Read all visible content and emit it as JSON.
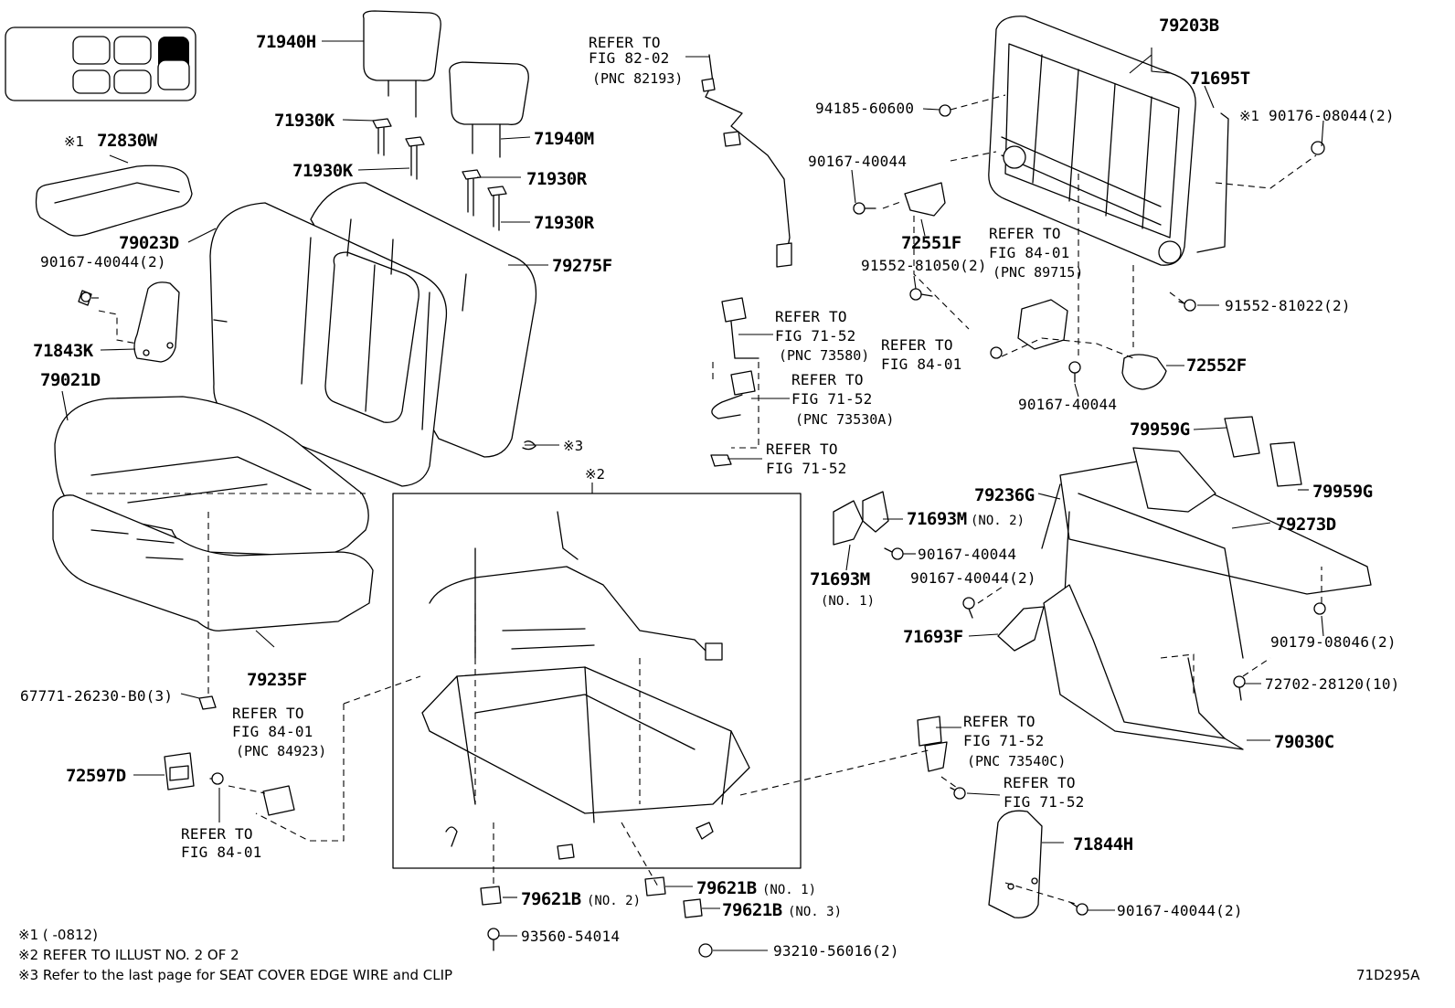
{
  "diagram_code": "71D295A",
  "icons": {
    "seat_layout": "seat-layout-icon",
    "bolt": "bolt-icon",
    "clip": "clip-icon"
  },
  "parts": {
    "p71940H": "71940H",
    "p71940M": "71940M",
    "p71930K_a": "71930K",
    "p71930K_b": "71930K",
    "p71930R_a": "71930R",
    "p71930R_b": "71930R",
    "p72830W": "72830W",
    "p72830W_mark": "※1",
    "p79023D": "79023D",
    "p79275F": "79275F",
    "p90167_40044_2_left": "90167-40044(2)",
    "p71843K": "71843K",
    "p79021D": "79021D",
    "p79235F": "79235F",
    "p67771": "67771-26230-B0(3)",
    "p72597D": "72597D",
    "p79621B_2": "79621B",
    "p79621B_2_no": "(NO. 2)",
    "p79621B_1": "79621B",
    "p79621B_1_no": "(NO. 1)",
    "p79621B_3": "79621B",
    "p79621B_3_no": "(NO. 3)",
    "p93560": "93560-54014",
    "p93210": "93210-56016(2)",
    "p79203B": "79203B",
    "p71695T": "71695T",
    "p94185": "94185-60600",
    "p90176": "90176-08044(2)",
    "p90176_mark": "※1",
    "p90167_40044_top": "90167-40044",
    "p72551F": "72551F",
    "p91552_81050": "91552-81050(2)",
    "p91552_81022": "91552-81022(2)",
    "p72552F": "72552F",
    "p90167_40044_mid": "90167-40044",
    "p79959G_a": "79959G",
    "p79959G_b": "79959G",
    "p79236G": "79236G",
    "p79273D": "79273D",
    "p71693M_2": "71693M",
    "p71693M_2_no": "(NO. 2)",
    "p90167_40044_c": "90167-40044",
    "p90167_40044_2_d": "90167-40044(2)",
    "p71693M_1": "71693M",
    "p71693M_1_no": "(NO. 1)",
    "p71693F": "71693F",
    "p90179": "90179-08046(2)",
    "p72702": "72702-28120(10)",
    "p79030C": "79030C",
    "p71844H": "71844H",
    "p90167_40044_2_e": "90167-40044(2)",
    "mark3": "※3",
    "mark2": "※2"
  },
  "references": {
    "r1_a": "REFER TO",
    "r1_b": "FIG 82-02",
    "r1_c": "(PNC 82193)",
    "r2_a": "REFER TO",
    "r2_b": "FIG 71-52",
    "r2_c": "(PNC 73580)",
    "r3_a": "REFER TO",
    "r3_b": "FIG 71-52",
    "r3_c": "(PNC 73530A)",
    "r4_a": "REFER TO",
    "r4_b": "FIG 71-52",
    "r5_a": "REFER TO",
    "r5_b": "FIG 84-01",
    "r5_c": "(PNC 89715)",
    "r6_a": "REFER TO",
    "r6_b": "FIG 84-01",
    "r7_a": "REFER TO",
    "r7_b": "FIG 84-01",
    "r7_c": "(PNC 84923)",
    "r8_a": "REFER TO",
    "r8_b": "FIG 84-01",
    "r9_a": "REFER TO",
    "r9_b": "FIG 71-52",
    "r9_c": "(PNC 73540C)",
    "r10_a": "REFER TO",
    "r10_b": "FIG 71-52"
  },
  "notes": {
    "n1": "※1 (      -0812)",
    "n2": "※2 REFER TO ILLUST NO. 2 OF 2",
    "n3": "※3 Refer to the last page for SEAT COVER EDGE WIRE and CLIP"
  }
}
